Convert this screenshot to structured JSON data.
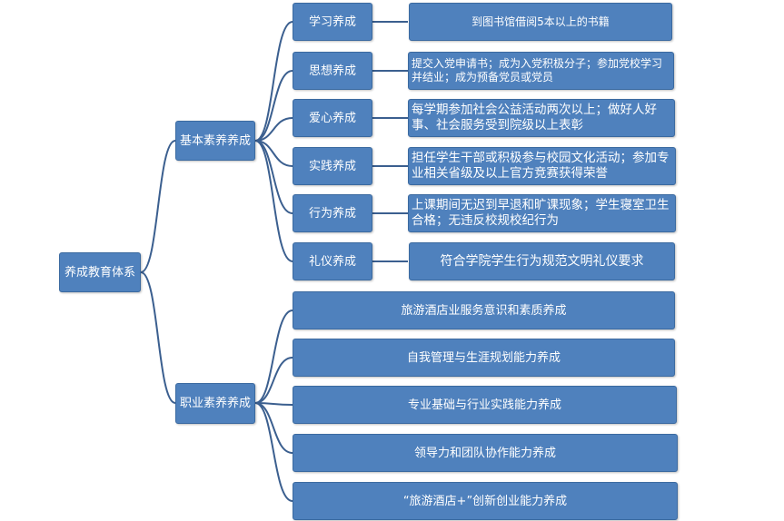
{
  "root": "养成教育体系",
  "branches": [
    {
      "label": "基本素养养成",
      "items": [
        {
          "label": "学习养成",
          "detail": "到图书馆借阅5本以上的书籍"
        },
        {
          "label": "思想养成",
          "detail": "提交入党申请书；成为入党积极分子；参加党校学习并结业；成为预备党员或党员"
        },
        {
          "label": "爱心养成",
          "detail": "每学期参加社会公益活动两次以上；做好人好事、社会服务受到院级以上表彰"
        },
        {
          "label": "实践养成",
          "detail": "担任学生干部或积极参与校园文化活动；参加专业相关省级及以上官方竞赛获得荣誉"
        },
        {
          "label": "行为养成",
          "detail": "上课期间无迟到早退和旷课现象；学生寝室卫生合格；无违反校规校纪行为"
        },
        {
          "label": "礼仪养成",
          "detail": "符合学院学生行为规范文明礼仪要求"
        }
      ]
    },
    {
      "label": "职业素养养成",
      "items": [
        {
          "label": "旅游酒店业服务意识和素质养成"
        },
        {
          "label": "自我管理与生涯规划能力养成"
        },
        {
          "label": "专业基础与行业实践能力养成"
        },
        {
          "label": "领导力和团队协作能力养成"
        },
        {
          "label": "“旅游酒店+”创新创业能力养成"
        }
      ]
    }
  ]
}
